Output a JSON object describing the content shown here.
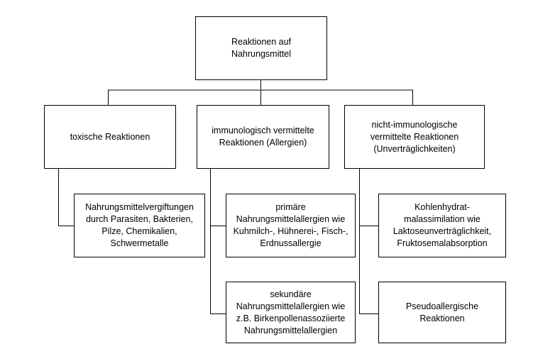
{
  "diagram": {
    "title": "Reaktionen auf Nahrungsmittel",
    "type": "tree-hierarchy",
    "colors": {
      "box_border": "#000000",
      "box_fill": "#ffffff",
      "text": "#000000",
      "connector": "#000000",
      "bus_connector": "#808080",
      "background": "#ffffff"
    },
    "nodes": {
      "root": "Reaktionen auf\nNahrungsmittel",
      "level2": {
        "toxic": "toxische Reaktionen",
        "immunological": "immunologisch vermittelte\nReaktionen (Allergien)",
        "non_immunological": "nicht-immunologische\nvermittelte Reaktionen\n(Unverträglichkeiten)"
      },
      "level3": {
        "toxic_child": "Nahrungsmittelvergiftungen\ndurch Parasiten, Bakterien,\nPilze, Chemikalien,\nSchwermetalle",
        "primary_allergy": "primäre\nNahrungsmittelallergien wie\nKuhmilch-, Hühnerei-, Fisch-,\nErdnussallergie",
        "secondary_allergy": "sekundäre\nNahrungsmittelallergien wie\nz.B. Birkenpollenassoziierte\nNahrungsmittelallergien",
        "carbohydrate": "Kohlenhydrat-\nmalassimilation wie\nLaktoseunverträglichkeit,\nFruktosemalabsorption",
        "pseudoallergic": "Pseudoallergische\nReaktionen"
      }
    }
  }
}
